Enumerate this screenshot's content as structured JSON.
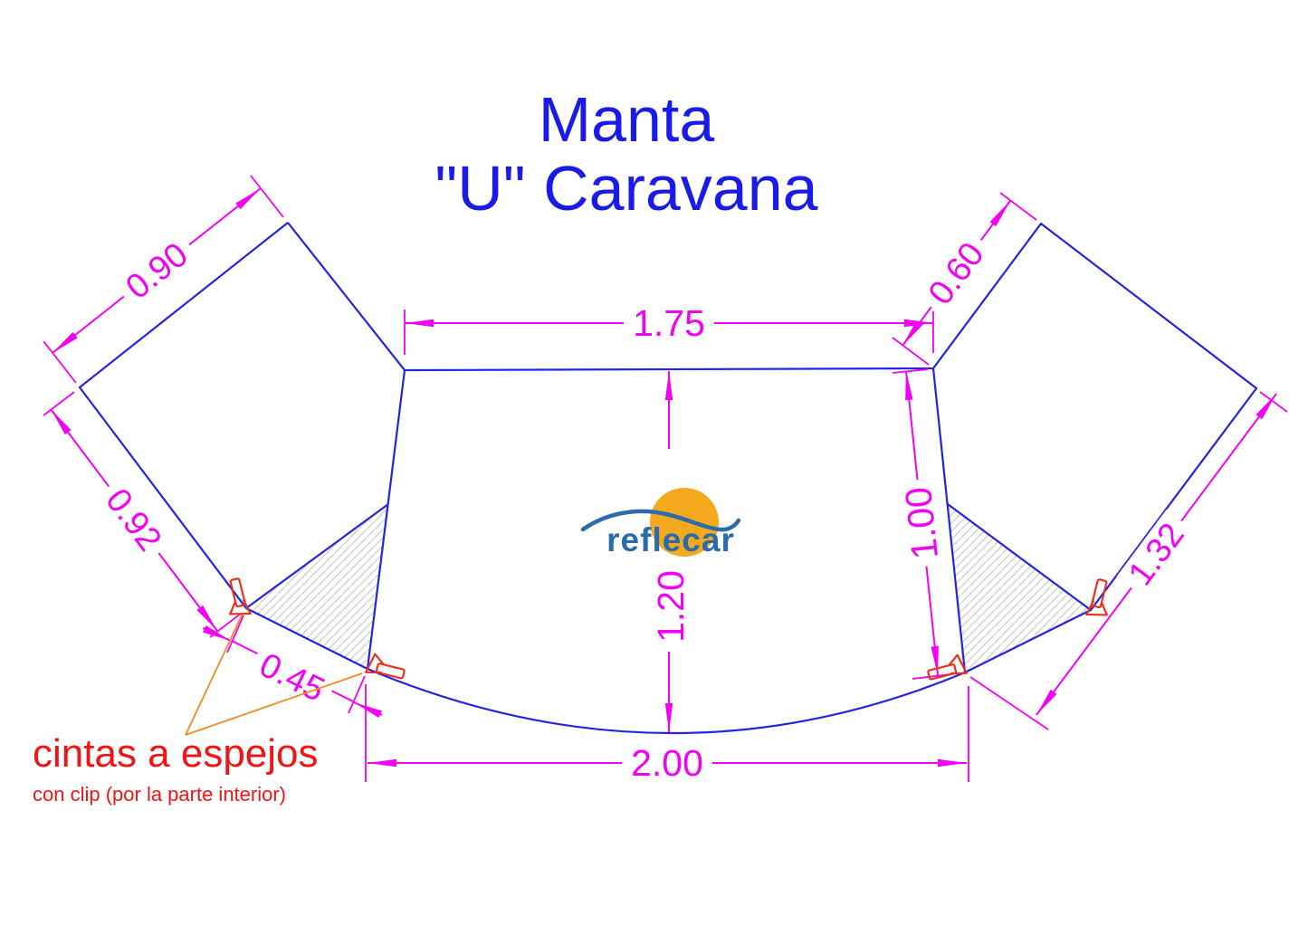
{
  "title": {
    "line1": "Manta",
    "line2": "\"U\" Caravana"
  },
  "logo": {
    "text": "reflecar"
  },
  "note": {
    "heading": "cintas a espejos",
    "subheading": "con clip (por la parte interior)"
  },
  "dimensions": {
    "left_wing_top_edge": "0.90",
    "left_wing_bottom_edge": "0.92",
    "left_gusset_width": "0.45",
    "panel_top_width": "1.75",
    "right_wing_top_edge": "0.60",
    "panel_right_height": "1.00",
    "panel_center_height": "1.20",
    "right_wing_bottom_edge": "1.32",
    "panel_bottom_width": "2.00"
  },
  "colors": {
    "outline_blue": "#2323e0",
    "dimension_magenta": "#f202f2",
    "note_red": "#f01414",
    "clip_red": "#e8321c",
    "leader_orange": "#f08b1e",
    "logo_blue": "#2a6cab",
    "logo_sun": "#f5a91f",
    "title_blue": "#1b1be8",
    "hatch_gray": "#cccccc"
  }
}
